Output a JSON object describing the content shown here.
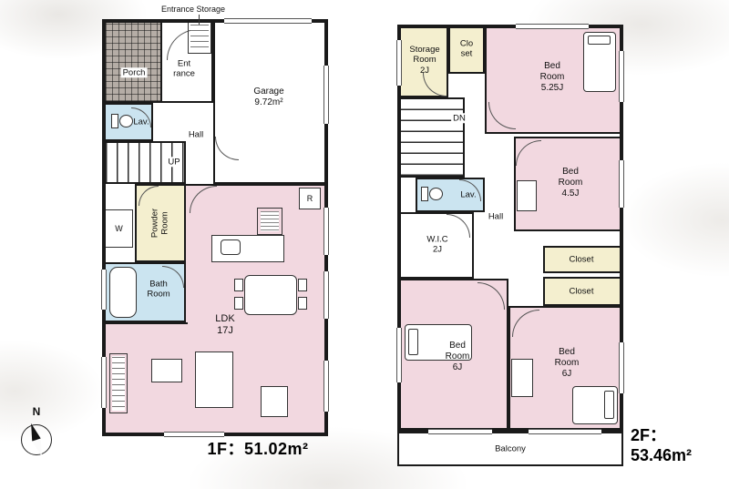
{
  "compass": {
    "north_label": "N"
  },
  "floor1": {
    "area_label": "1F：51.02m²",
    "entrance_storage_note": "Entrance Storage",
    "rooms": {
      "porch": "Porch",
      "entrance": "Ent\nrance",
      "garage": "Garage\n9.72m²",
      "lav": "Lav.",
      "hall": "Hall",
      "stairs": "UP",
      "powder_room": "Powder\nRoom",
      "washer": "W",
      "bath_room": "Bath\nRoom",
      "ldk": "LDK\n17J",
      "fridge": "R"
    }
  },
  "floor2": {
    "area_label": "2F：\n53.46m²",
    "rooms": {
      "storage_room": "Storage\nRoom\n2J",
      "closet_small": "Clo\nset",
      "bedroom_525": "Bed\nRoom\n5.25J",
      "stairs": "DN",
      "lav": "Lav.",
      "hall": "Hall",
      "wic": "W.I.C\n2J",
      "bedroom_45": "Bed\nRoom\n4.5J",
      "closet_upper": "Closet",
      "closet_lower": "Closet",
      "bedroom_6_left": "Bed\nRoom\n6J",
      "bedroom_6_right": "Bed\nRoom\n6J",
      "balcony": "Balcony"
    }
  },
  "colors": {
    "wall": "#1a1a1a",
    "room_pink": "#f2d8e0",
    "room_cream": "#f4efcf",
    "room_blue": "#cbe4f0",
    "porch_gray": "#b5ada6"
  }
}
